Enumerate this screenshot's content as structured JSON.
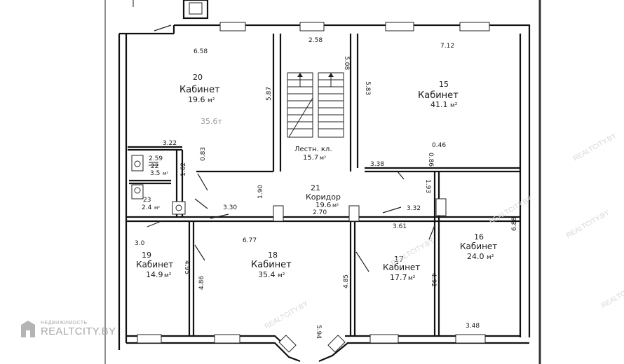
{
  "rooms": [
    {
      "id": "20",
      "number": "20",
      "name": "Кабинет",
      "area": "19.6",
      "unit": "м²"
    },
    {
      "id": "15",
      "number": "15",
      "name": "Кабинет",
      "area": "41.1",
      "unit": "м²"
    },
    {
      "id": "stair",
      "number": "",
      "name": "Лестн. кл.",
      "area": "15.7",
      "unit": "м²"
    },
    {
      "id": "21",
      "number": "21",
      "name": "Коридор",
      "area": "19.6",
      "unit": "м²"
    },
    {
      "id": "22",
      "number": "22",
      "name": "",
      "area": "3.5",
      "unit": "м²"
    },
    {
      "id": "23",
      "number": "23",
      "name": "",
      "area": "2.4",
      "unit": "м²"
    },
    {
      "id": "19",
      "number": "19",
      "name": "Кабинет",
      "area": "14.9",
      "unit": "м²"
    },
    {
      "id": "18",
      "number": "18",
      "name": "Кабинет",
      "area": "35.4",
      "unit": "м²"
    },
    {
      "id": "17",
      "number": "17",
      "name": "Кабинет",
      "area": "17.7",
      "unit": "м²"
    },
    {
      "id": "16",
      "number": "16",
      "name": "Кабинет",
      "area": "24.0",
      "unit": "м²"
    }
  ],
  "dimensions": {
    "d_6_58": "6.58",
    "d_5_87": "5.87",
    "d_2_58": "2.58",
    "d_5_08": "5.08",
    "d_5_83": "5.83",
    "d_7_12": "7.12",
    "d_3_22": "3.22",
    "d_0_83": "0.83",
    "d_2_59": "2.59",
    "d_1_62": "1.62",
    "d_3_38": "3.38",
    "d_0_46": "0.46",
    "d_0_86": "0.86",
    "d_1_90": "1.90",
    "d_1_93": "1.93",
    "d_3_30": "3.30",
    "d_2_70": "2.70",
    "d_3_32": "3.32",
    "d_3_61": "3.61",
    "d_6_77": "6.77",
    "d_3_0": "3.0",
    "d_4_95": "4.95",
    "d_4_86": "4.86",
    "d_4_85": "4.85",
    "d_4_92": "4.92",
    "d_6_88": "6.88",
    "d_3_48": "3.48",
    "d_5_94": "5.94"
  },
  "pencil_note": "35.6т",
  "watermark": {
    "small": "НЕДВИЖИМОСТЬ",
    "brand": "REALTCITY.BY"
  }
}
